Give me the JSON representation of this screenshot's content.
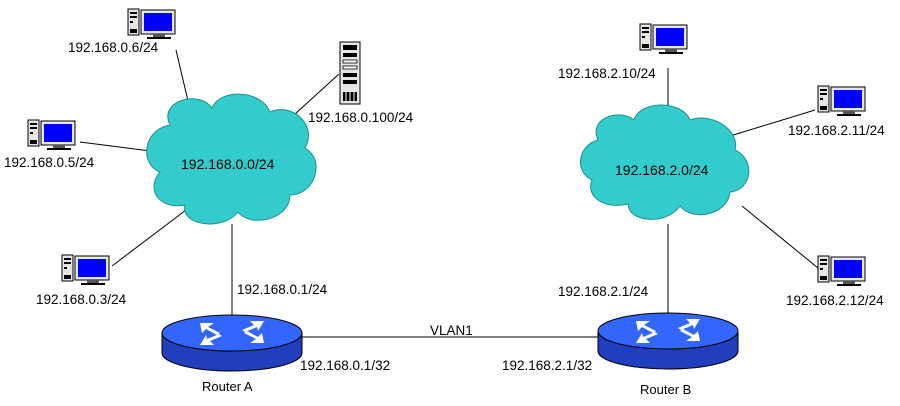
{
  "networks": [
    {
      "id": "net-a",
      "label": "192.168.0.0/24"
    },
    {
      "id": "net-b",
      "label": "192.168.2.0/24"
    }
  ],
  "hosts": [
    {
      "id": "host-a6",
      "label": "192.168.0.6/24",
      "kind": "workstation-icon"
    },
    {
      "id": "host-a5",
      "label": "192.168.0.5/24",
      "kind": "workstation-icon"
    },
    {
      "id": "host-a3",
      "label": "192.168.0.3/24",
      "kind": "workstation-icon"
    },
    {
      "id": "host-a100",
      "label": "192.168.0.100/24",
      "kind": "server-icon"
    },
    {
      "id": "host-b10",
      "label": "192.168.2.10/24",
      "kind": "workstation-icon"
    },
    {
      "id": "host-b11",
      "label": "192.168.2.11/24",
      "kind": "workstation-icon"
    },
    {
      "id": "host-b12",
      "label": "192.168.2.12/24",
      "kind": "workstation-icon"
    }
  ],
  "routers": [
    {
      "id": "router-a",
      "name": "Router A",
      "lan_ip": "192.168.0.1/24",
      "link_ip": "192.168.0.1/32"
    },
    {
      "id": "router-b",
      "name": "Router B",
      "lan_ip": "192.168.2.1/24",
      "link_ip": "192.168.2.1/32"
    }
  ],
  "link_label": "VLAN1",
  "colors": {
    "cloud": "#33cccc",
    "router": "#3366ff",
    "screen": "#0000ff"
  }
}
